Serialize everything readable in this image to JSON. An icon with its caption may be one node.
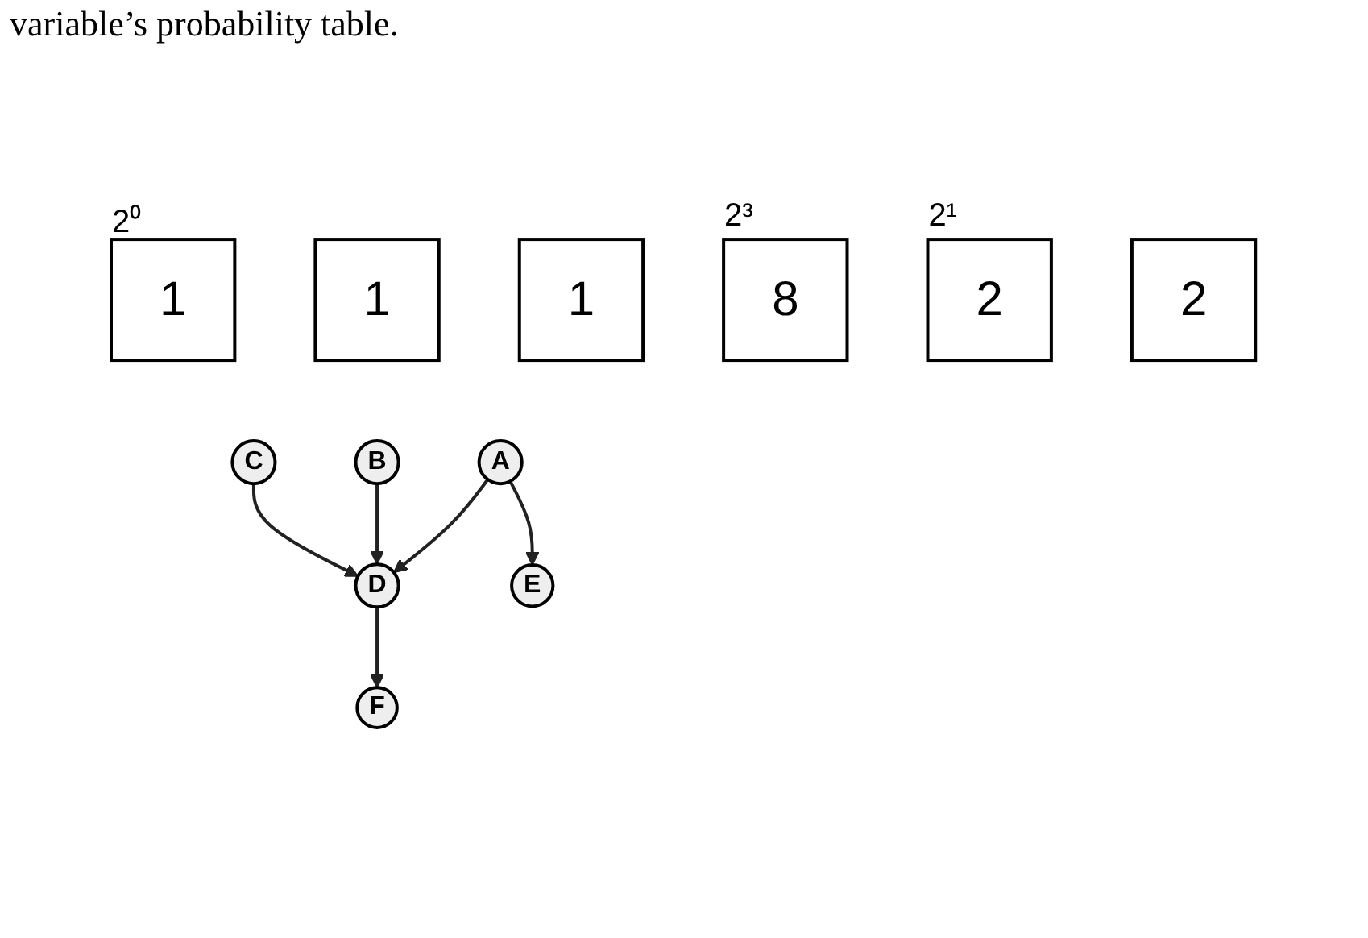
{
  "diagram": {
    "nodes": [
      {
        "text": [
          "A"
        ]
      },
      {
        "text": [
          "B"
        ]
      },
      {
        "text": [
          "C"
        ]
      },
      {
        "text": [
          "D"
        ]
      },
      {
        "text": [
          "E"
        ]
      },
      {
        "text": [
          "F"
        ]
      },
      {
        "text": [
          "1"
        ],
        "beside": [
          "2⁰"
        ]
      },
      {
        "text": [
          "1"
        ]
      },
      {
        "text": [
          "1"
        ]
      },
      {
        "text": [
          "8"
        ],
        "beside": [
          "2³"
        ]
      },
      {
        "text": [
          "2"
        ],
        "beside": [
          "2¹"
        ]
      },
      {
        "text": [
          "2"
        ]
      }
    ],
    "edges": [
      {
        "from": 0,
        "to": 3,
        "arrow": "to"
      },
      {
        "from": 1,
        "to": 3,
        "arrow": "to"
      },
      {
        "from": 2,
        "to": 3,
        "arrow": "to"
      },
      {
        "from": 0,
        "to": 4,
        "arrow": "to"
      },
      {
        "from": 3,
        "to": 5,
        "arrow": "to"
      }
    ],
    "labels": [
      "variable’s probability table."
    ]
  }
}
